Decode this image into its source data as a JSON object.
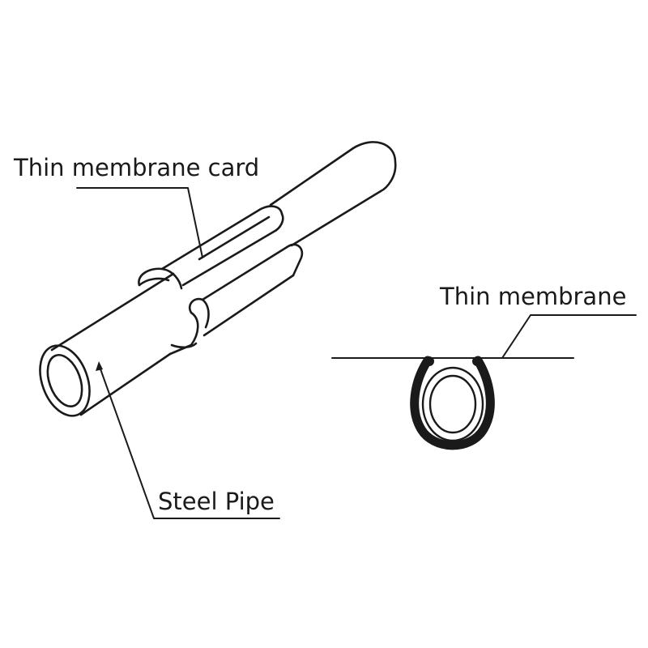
{
  "labels": {
    "thin_membrane_card": "Thin membrane card",
    "thin_membrane": "Thin membrane",
    "steel_pipe": "Steel Pipe"
  },
  "colors": {
    "line": "#1a1a1a",
    "background": "#ffffff"
  }
}
